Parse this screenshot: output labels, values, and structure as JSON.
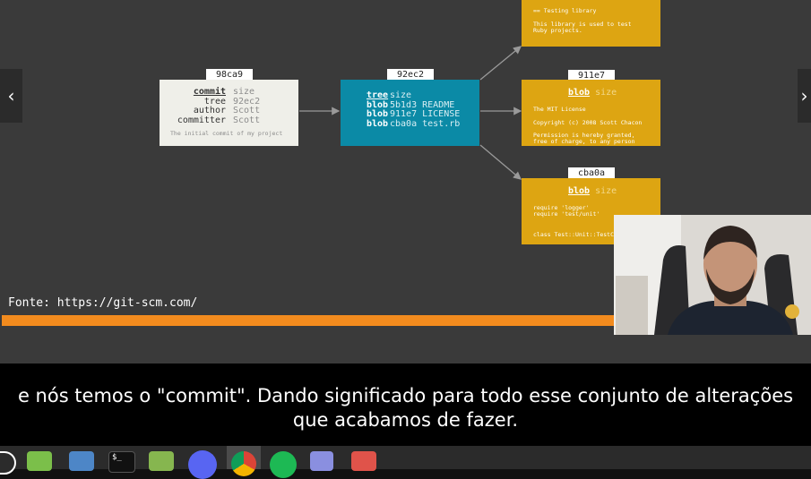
{
  "nav": {
    "prev_icon": "‹",
    "next_icon": "›"
  },
  "slide": {
    "commit": {
      "tag": "98ca9",
      "rows": [
        {
          "key": "commit",
          "val": "size"
        },
        {
          "key": "tree",
          "val": "92ec2"
        },
        {
          "key": "author",
          "val": "Scott"
        },
        {
          "key": "committer",
          "val": "Scott"
        }
      ],
      "message": "The initial commit of my project"
    },
    "tree": {
      "tag": "92ec2",
      "rows": [
        {
          "key": "tree",
          "val": "size"
        },
        {
          "key": "blob",
          "val": "5b1d3 README"
        },
        {
          "key": "blob",
          "val": "911e7 LICENSE"
        },
        {
          "key": "blob",
          "val": "cba0a test.rb"
        }
      ]
    },
    "blob_top": {
      "line1": "== Testing library",
      "line2": "This library is used to test",
      "line3": "Ruby projects."
    },
    "blob_license": {
      "tag": "911e7",
      "header_key": "blob",
      "header_val": "size",
      "line1": "The MIT License",
      "line2": "Copyright (c) 2008 Scott Chacon",
      "line3": "Permission is hereby granted,",
      "line4": "free of charge, to any person"
    },
    "blob_test": {
      "tag": "cba0a",
      "header_key": "blob",
      "header_val": "size",
      "line1": "require 'logger'",
      "line2": "require 'test/unit'",
      "line3": "class Test::Unit::TestCase"
    },
    "source": "Fonte: https://git-scm.com/"
  },
  "video": {
    "progress": 0.76
  },
  "subtitles": {
    "line1": "e nós temos o \"commit\". Dando significado para todo esse conjunto de alterações",
    "line2": "que acabamos de fazer."
  },
  "taskbar": {
    "icons": [
      "start-menu-icon",
      "file-manager-icon",
      "screenshot-app-icon",
      "terminal-icon",
      "files-icon",
      "discord-icon",
      "chrome-icon",
      "spotify-icon",
      "text-editor-icon",
      "image-viewer-icon"
    ],
    "terminal_glyph": "$_"
  }
}
